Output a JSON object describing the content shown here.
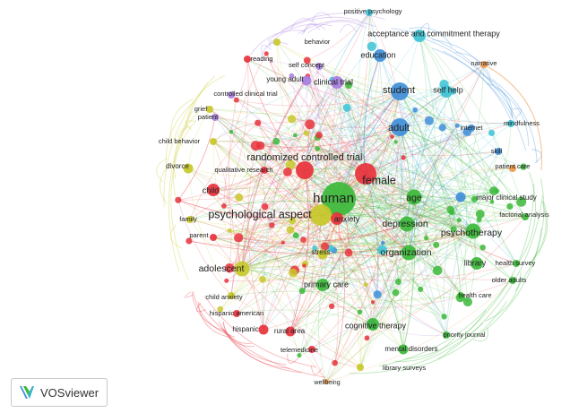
{
  "app": {
    "name": "VOSviewer"
  },
  "colors": {
    "cluster_red": "#e8323c",
    "cluster_green": "#3cb93a",
    "cluster_blue": "#3f8fd9",
    "cluster_yellow": "#c8c82a",
    "cluster_purple": "#a77ee0",
    "cluster_cyan": "#3cc3d6",
    "cluster_orange": "#ef9a4a"
  },
  "network": {
    "nodes": [
      {
        "id": "human",
        "label": "human",
        "cluster": "green",
        "weight": 10
      },
      {
        "id": "female",
        "label": "female",
        "cluster": "red",
        "weight": 7
      },
      {
        "id": "psychological_aspect",
        "label": "psychological aspect",
        "cluster": "yellow",
        "weight": 7
      },
      {
        "id": "student",
        "label": "student",
        "cluster": "blue",
        "weight": 6
      },
      {
        "id": "adult",
        "label": "adult",
        "cluster": "blue",
        "weight": 6
      },
      {
        "id": "randomized_controlled_trial",
        "label": "randomized controlled trial",
        "cluster": "red",
        "weight": 6
      },
      {
        "id": "depression",
        "label": "depression",
        "cluster": "green",
        "weight": 5
      },
      {
        "id": "organization",
        "label": "organization",
        "cluster": "green",
        "weight": 5
      },
      {
        "id": "psychotherapy",
        "label": "psychotherapy",
        "cluster": "green",
        "weight": 5
      },
      {
        "id": "adolescent",
        "label": "adolescent",
        "cluster": "yellow",
        "weight": 5
      },
      {
        "id": "age",
        "label": "age",
        "cluster": "green",
        "weight": 5
      },
      {
        "id": "anxiety",
        "label": "anxiety",
        "cluster": "red",
        "weight": 4
      },
      {
        "id": "child",
        "label": "child",
        "cluster": "red",
        "weight": 4
      },
      {
        "id": "education",
        "label": "education",
        "cluster": "blue",
        "weight": 4
      },
      {
        "id": "acceptance_and_commitment_therapy",
        "label": "acceptance and commitment therapy",
        "cluster": "cyan",
        "weight": 4
      },
      {
        "id": "clinical_trial",
        "label": "clinical trial",
        "cluster": "purple",
        "weight": 4
      },
      {
        "id": "self_help",
        "label": "self help",
        "cluster": "cyan",
        "weight": 4
      },
      {
        "id": "cognitive_therapy",
        "label": "cognitive therapy",
        "cluster": "green",
        "weight": 4
      },
      {
        "id": "primary_care",
        "label": "primary care",
        "cluster": "green",
        "weight": 4
      },
      {
        "id": "library",
        "label": "library",
        "cluster": "green",
        "weight": 4
      },
      {
        "id": "hispanic",
        "label": "hispanic",
        "cluster": "red",
        "weight": 3
      },
      {
        "id": "rural_area",
        "label": "rural area",
        "cluster": "red",
        "weight": 3
      },
      {
        "id": "mental_disorders",
        "label": "mental disorders",
        "cluster": "green",
        "weight": 3
      },
      {
        "id": "stress",
        "label": "stress",
        "cluster": "yellow",
        "weight": 3
      },
      {
        "id": "major_clinical_study",
        "label": "major clinical study",
        "cluster": "blue",
        "weight": 3
      },
      {
        "id": "divorce",
        "label": "divorce",
        "cluster": "yellow",
        "weight": 3
      },
      {
        "id": "young_adult",
        "label": "young adult",
        "cluster": "purple",
        "weight": 3
      },
      {
        "id": "positive_psychology",
        "label": "positive psychology",
        "cluster": "cyan",
        "weight": 2
      },
      {
        "id": "behavior",
        "label": "behavior",
        "cluster": "yellow",
        "weight": 2
      },
      {
        "id": "reading",
        "label": "reading",
        "cluster": "red",
        "weight": 2
      },
      {
        "id": "self_concept",
        "label": "self concept",
        "cluster": "purple",
        "weight": 2
      },
      {
        "id": "narrative",
        "label": "narrative",
        "cluster": "orange",
        "weight": 2
      },
      {
        "id": "controlled_clinical_trial",
        "label": "controlled clinical trial",
        "cluster": "purple",
        "weight": 2
      },
      {
        "id": "grief",
        "label": "grief",
        "cluster": "yellow",
        "weight": 2
      },
      {
        "id": "patient",
        "label": "patient",
        "cluster": "purple",
        "weight": 2
      },
      {
        "id": "child_behavior",
        "label": "child behavior",
        "cluster": "yellow",
        "weight": 2
      },
      {
        "id": "internet",
        "label": "internet",
        "cluster": "blue",
        "weight": 2
      },
      {
        "id": "mindfulness",
        "label": "mindfulness",
        "cluster": "cyan",
        "weight": 2
      },
      {
        "id": "skill",
        "label": "skill",
        "cluster": "blue",
        "weight": 2
      },
      {
        "id": "patient_care",
        "label": "patient care",
        "cluster": "orange",
        "weight": 2
      },
      {
        "id": "qualitative_research",
        "label": "qualitative research",
        "cluster": "red",
        "weight": 2
      },
      {
        "id": "family",
        "label": "family",
        "cluster": "yellow",
        "weight": 2
      },
      {
        "id": "parent",
        "label": "parent",
        "cluster": "red",
        "weight": 2
      },
      {
        "id": "factorial_analysis",
        "label": "factorial analysis",
        "cluster": "green",
        "weight": 2
      },
      {
        "id": "health_survey",
        "label": "health survey",
        "cluster": "green",
        "weight": 2
      },
      {
        "id": "older_adults",
        "label": "older adults",
        "cluster": "green",
        "weight": 2
      },
      {
        "id": "health_care",
        "label": "health care",
        "cluster": "green",
        "weight": 2
      },
      {
        "id": "child_anxiety",
        "label": "child anxiety",
        "cluster": "yellow",
        "weight": 2
      },
      {
        "id": "hispanic_american",
        "label": "hispanic american",
        "cluster": "red",
        "weight": 2
      },
      {
        "id": "priority_journal",
        "label": "priority journal",
        "cluster": "green",
        "weight": 2
      },
      {
        "id": "telemedicine",
        "label": "telemedicine",
        "cluster": "red",
        "weight": 2
      },
      {
        "id": "library_surveys",
        "label": "library surveys",
        "cluster": "yellow",
        "weight": 2
      },
      {
        "id": "wellbeing",
        "label": "wellbeing",
        "cluster": "orange",
        "weight": 1
      }
    ]
  }
}
